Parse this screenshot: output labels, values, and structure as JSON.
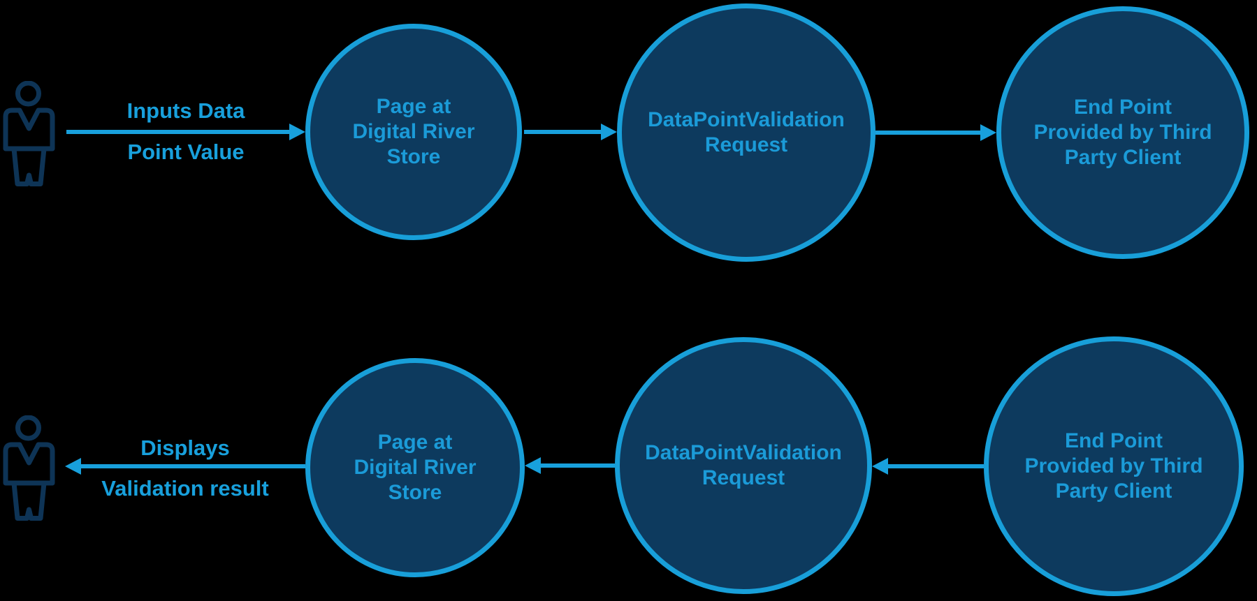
{
  "colors": {
    "background": "#000000",
    "accent_blue": "#18a0dc",
    "node_fill": "#0d3a5e",
    "node_border": "#189fd9",
    "node_text": "#1b9bd8",
    "person_icon": "#0e3456"
  },
  "top_flow": {
    "input_label_line1": "Inputs Data",
    "input_label_line2": "Point Value",
    "nodes": [
      "Page at\nDigital River\nStore",
      "DataPointValidation\nRequest",
      "End Point\nProvided by Third\nParty Client"
    ]
  },
  "bottom_flow": {
    "output_label_line1": "Displays",
    "output_label_line2": "Validation result",
    "nodes": [
      "Page at\nDigital River\nStore",
      "DataPointValidation\nRequest",
      "End Point\nProvided by Third\nParty Client"
    ]
  }
}
